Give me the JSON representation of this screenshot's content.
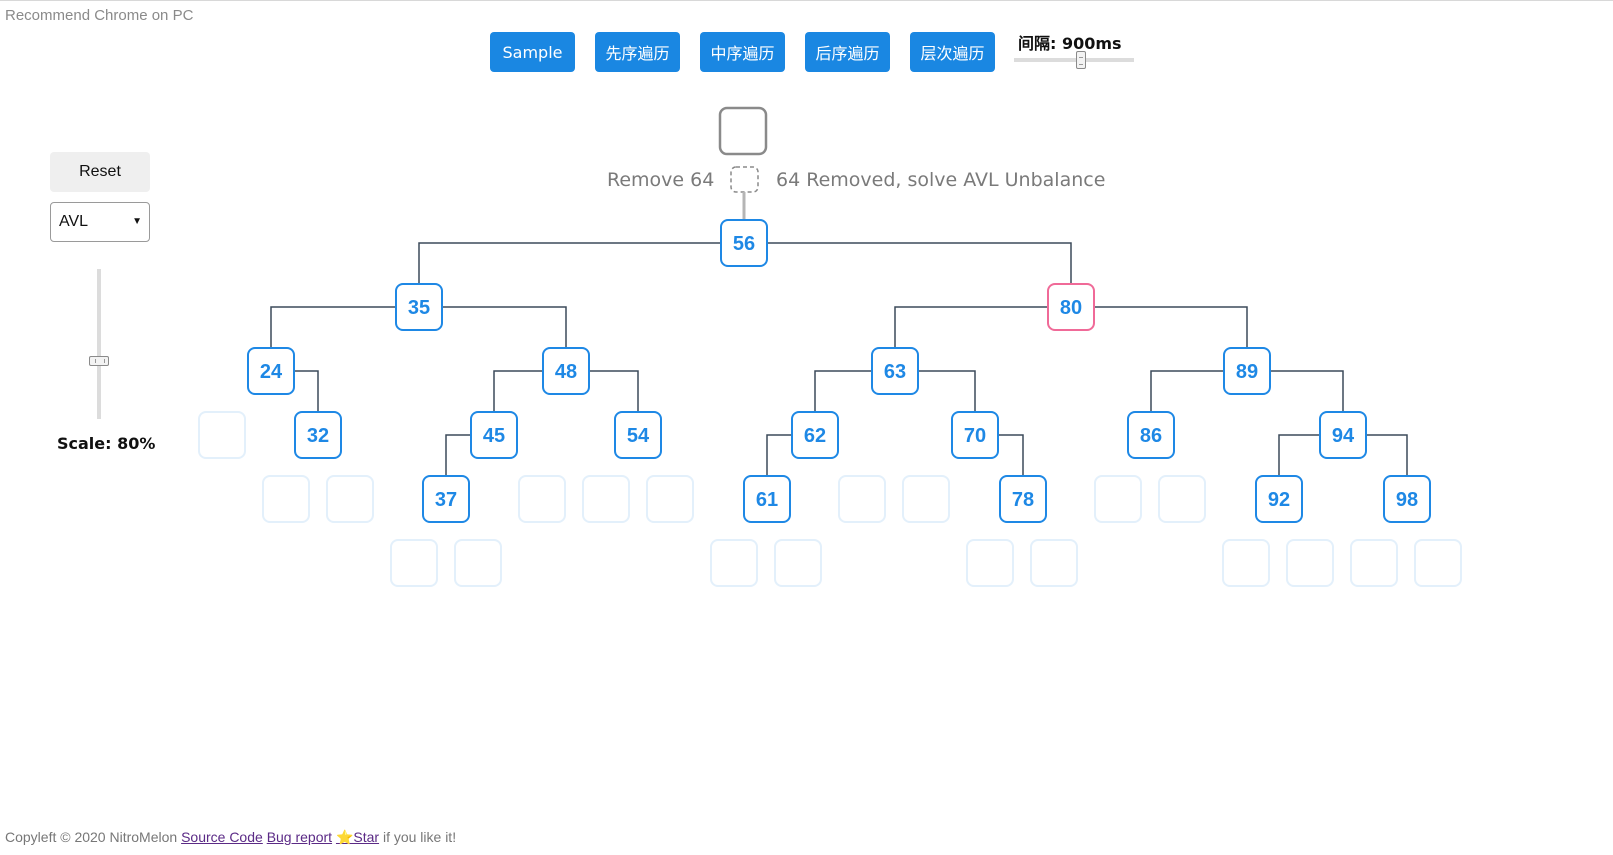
{
  "hint": "Recommend Chrome on PC",
  "toolbar": {
    "buttons": [
      "Sample",
      "先序遍历",
      "中序遍历",
      "后序遍历",
      "层次遍历"
    ],
    "interval_label": "间隔: 900ms",
    "interval_ms": 900
  },
  "sidebar": {
    "reset_label": "Reset",
    "tree_type": "AVL",
    "scale_label": "Scale: 80%",
    "scale_percent": 80
  },
  "status": {
    "left": "Remove 64",
    "right": "64 Removed, solve AVL Unbalance"
  },
  "colors": {
    "button": "#1a87e2",
    "node_border": "#1e88e5",
    "node_text": "#1e88e5",
    "unbalanced_node_border": "#f06a98",
    "edge": "#3c4a5a",
    "placeholder": "#e3f0fb"
  },
  "tree": {
    "root": 56,
    "unbalanced_node": 80,
    "edges": [
      [
        56,
        35
      ],
      [
        56,
        80
      ],
      [
        35,
        24
      ],
      [
        35,
        48
      ],
      [
        24,
        32
      ],
      [
        48,
        45
      ],
      [
        48,
        54
      ],
      [
        45,
        37
      ],
      [
        80,
        63
      ],
      [
        80,
        89
      ],
      [
        63,
        62
      ],
      [
        63,
        70
      ],
      [
        62,
        61
      ],
      [
        70,
        78
      ],
      [
        89,
        86
      ],
      [
        89,
        94
      ],
      [
        94,
        92
      ],
      [
        94,
        98
      ]
    ]
  },
  "footer": {
    "copyright": "Copyleft © 2020 NitroMelon",
    "source_code": "Source Code",
    "bug_report": "Bug report",
    "star": "⭐Star",
    "tail": "if you like it!"
  }
}
